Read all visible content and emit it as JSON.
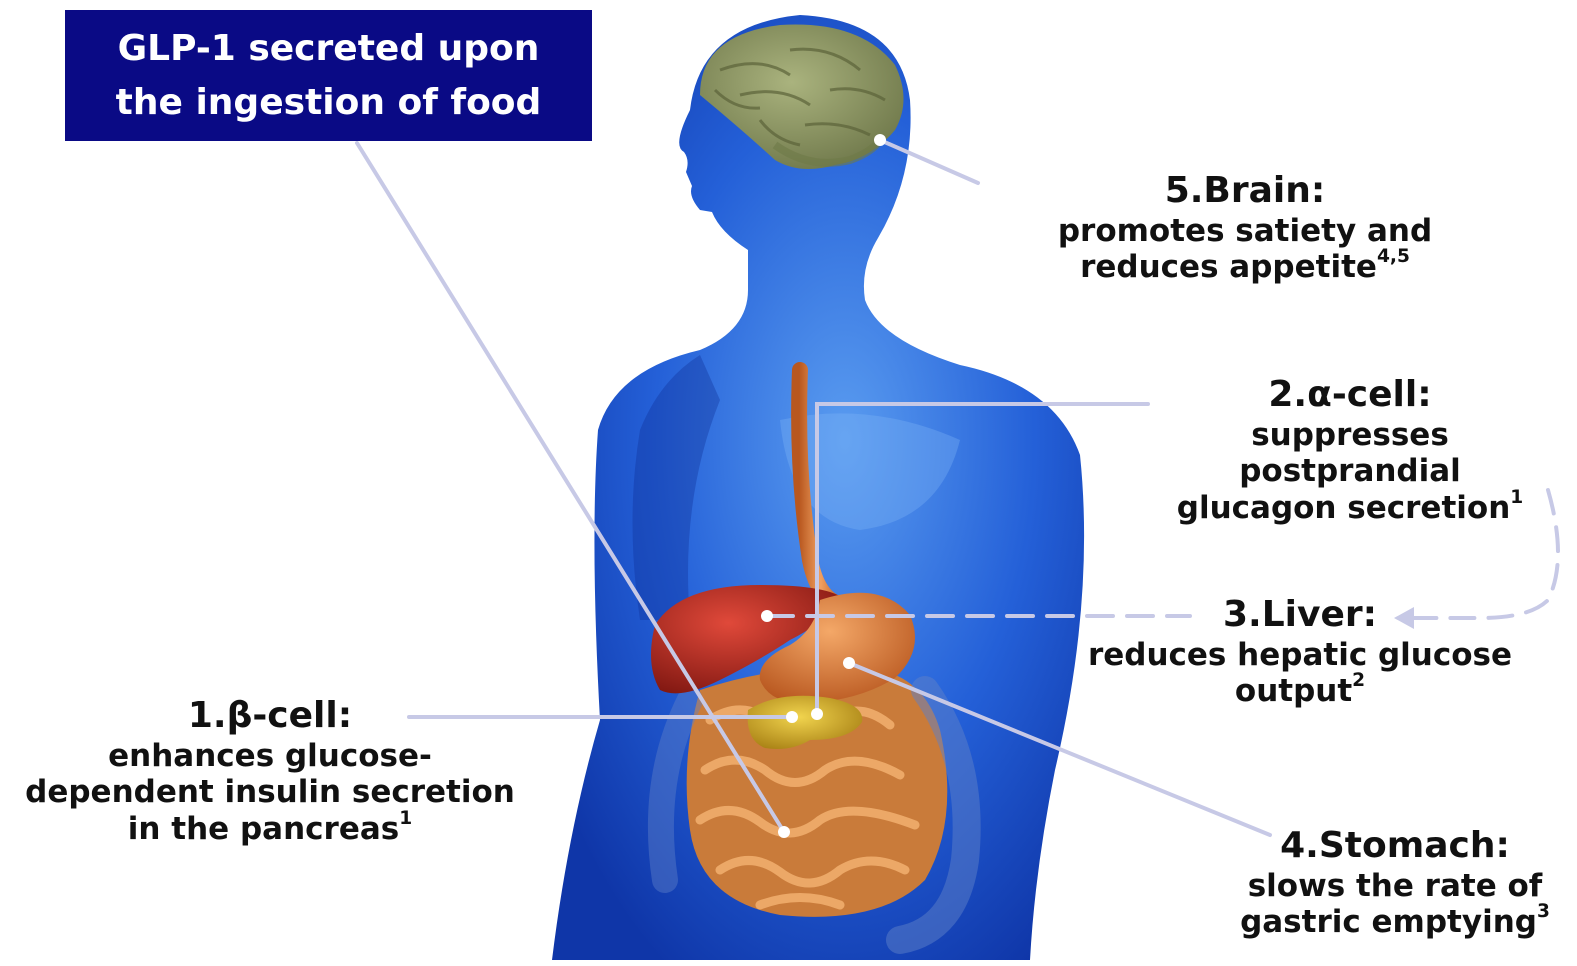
{
  "title": {
    "line1": "GLP-1 secreted upon",
    "line2": "the ingestion of food"
  },
  "labels": {
    "brain": {
      "heading": "5.Brain:",
      "line1": "promotes satiety and",
      "line2": "reduces appetite",
      "ref": "4,5"
    },
    "alpha": {
      "heading": "2.α-cell:",
      "line1": "suppresses",
      "line2": "postprandial",
      "line3": "glucagon secretion",
      "ref": "1"
    },
    "liver": {
      "heading": "3.Liver:",
      "line1": "reduces hepatic glucose",
      "line2": "output",
      "ref": "2"
    },
    "beta": {
      "heading": "1.β-cell:",
      "line1": "enhances glucose-",
      "line2": "dependent insulin secretion",
      "line3": "in the pancreas",
      "ref": "1"
    },
    "stomach": {
      "heading": "4.Stomach:",
      "line1": "slows the rate of",
      "line2": "gastric emptying",
      "ref": "3"
    }
  },
  "colors": {
    "title_bg": "#0a0a85",
    "title_text": "#ffffff",
    "body_blue": "#1f5fd6",
    "leader_line": "#c7c9e6",
    "brain": "#8d9663",
    "liver": "#b52a1e",
    "stomach": "#e0813f",
    "intestine": "#d98a44",
    "pancreas": "#d9b52a",
    "label_text": "#111111"
  }
}
